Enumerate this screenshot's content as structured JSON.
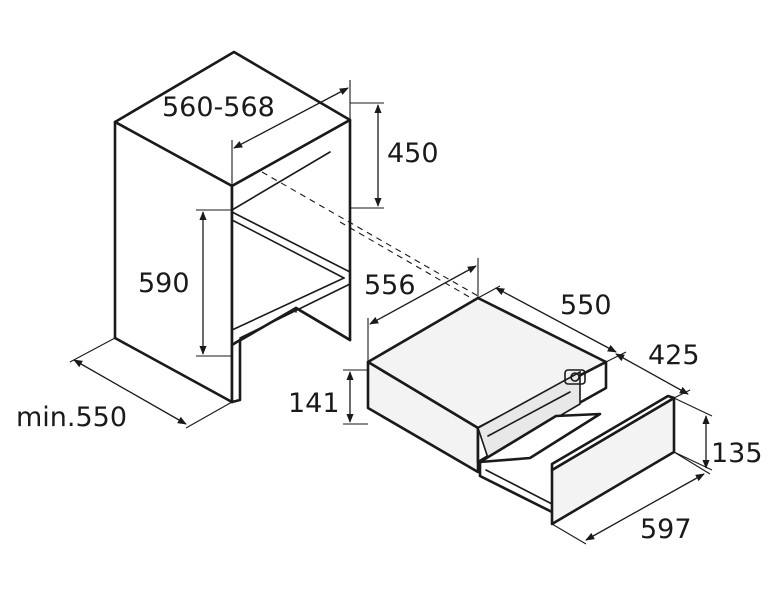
{
  "dimensions": {
    "niche_width": "560-568",
    "niche_gap_height": "450",
    "niche_height": "590",
    "niche_depth": "min.550",
    "drawer_depth": "556",
    "drawer_body_depth": "550",
    "drawer_pullout": "425",
    "drawer_height": "141",
    "front_height": "135",
    "front_width": "597"
  }
}
